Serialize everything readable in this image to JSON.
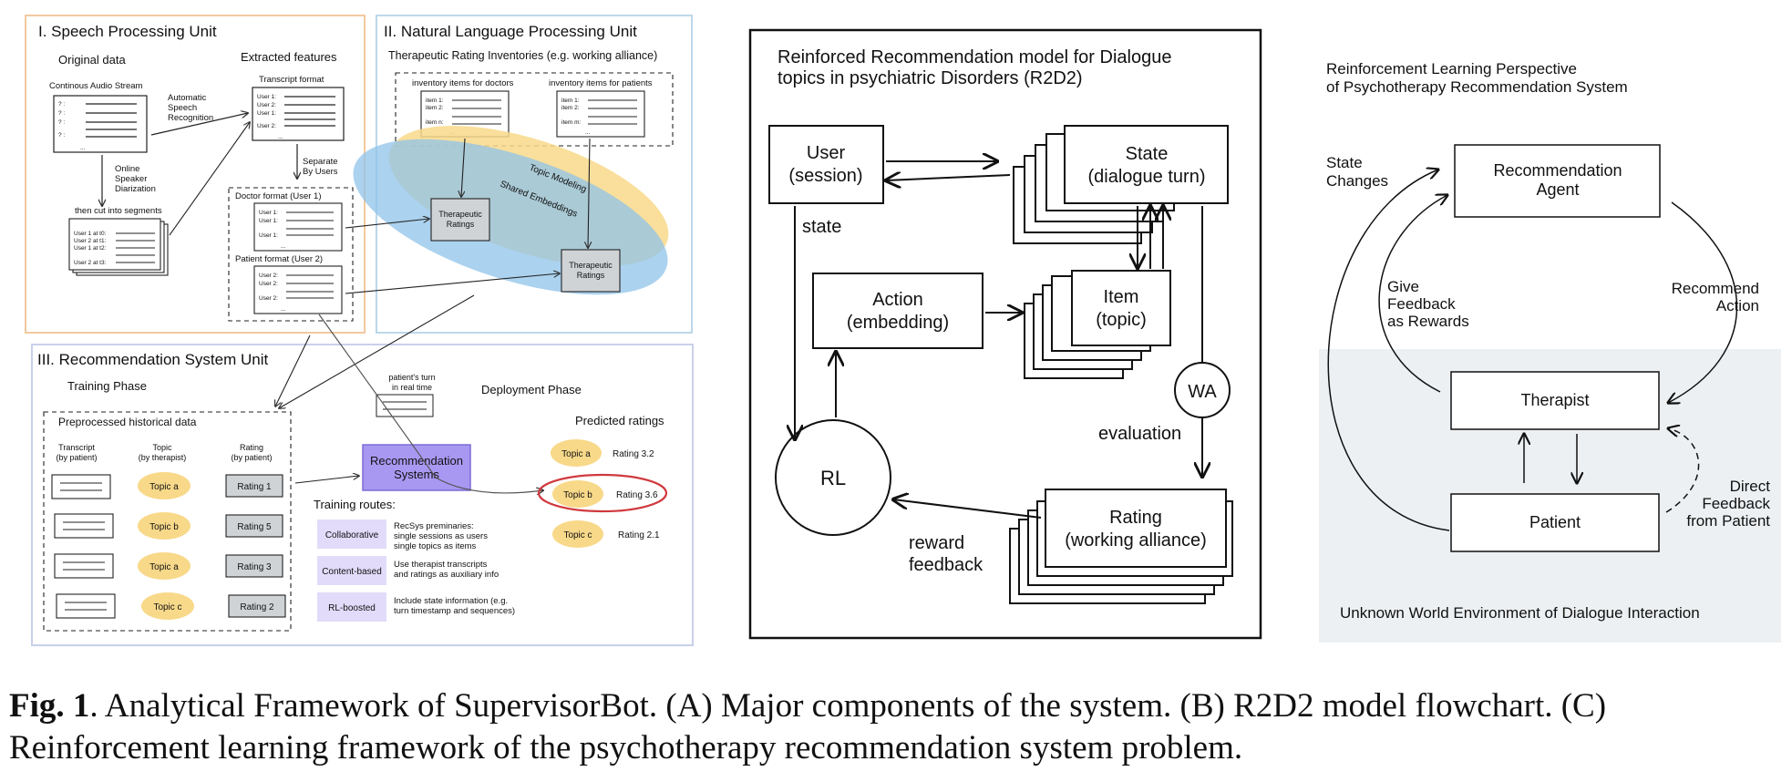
{
  "panel_a": {
    "speech": {
      "title": "I. Speech Processing Unit",
      "original_data": "Original data",
      "extracted_features": "Extracted features",
      "audio_stream": "Continous Audio Stream",
      "asr": [
        "Automatic",
        "Speech",
        "Recognition"
      ],
      "transcript_format": "Transcript format",
      "q_lines": [
        "? :",
        "? :",
        "? :",
        "? :",
        "..."
      ],
      "transcript_lines": [
        "User 1:",
        "User 2:",
        "User 1:",
        "User 2:",
        "..."
      ],
      "diarization": [
        "Online",
        "Speaker",
        "Diarization"
      ],
      "separate": [
        "Separate",
        "By Users"
      ],
      "cut_segments": "then cut into segments",
      "segment_lines": [
        "User 1 at t0:",
        "User 2 at t1:",
        "User 1 at t2:",
        "User 2 at t3:"
      ],
      "doctor_format": "Doctor format (User 1)",
      "doctor_lines": [
        "User 1:",
        "User 1:",
        "User 1:",
        "..."
      ],
      "patient_format": "Patient format (User 2)",
      "patient_lines": [
        "User 2:",
        "User 2:",
        "User 2:",
        "..."
      ]
    },
    "nlp": {
      "title": "II. Natural Language Processing Unit",
      "inventories": "Therapeutic Rating Inventories (e.g. working alliance)",
      "items_doctors": "inventory items for doctors",
      "items_patients": "inventory items for patients",
      "doctor_items": [
        "item 1:",
        "item 2:",
        "item n:",
        "..."
      ],
      "patient_items": [
        "item 1:",
        "item 2:",
        "item m:",
        "..."
      ],
      "topic_modeling": "Topic Modeling",
      "shared_embeddings": "Shared Embeddings",
      "therapeutic_ratings": [
        "Therapeutic",
        "Ratings"
      ]
    },
    "rec": {
      "title": "III. Recommendation System Unit",
      "training_phase": "Training Phase",
      "deployment_phase": "Deployment Phase",
      "patients_turn": [
        "patient's turn",
        "in real time"
      ],
      "preprocessed": "Preprocessed historical data",
      "col_transcript": [
        "Transcript",
        "(by patient)"
      ],
      "col_topic": [
        "Topic",
        "(by therapist)"
      ],
      "col_rating": [
        "Rating",
        "(by patient)"
      ],
      "topics": [
        "Topic a",
        "Topic b",
        "Topic a",
        "Topic c"
      ],
      "ratings": [
        "Rating 1",
        "Rating 5",
        "Rating 3",
        "Rating 2"
      ],
      "rec_systems": [
        "Recommendation",
        "Systems"
      ],
      "predicted_ratings": "Predicted ratings",
      "predicted": [
        {
          "topic": "Topic a",
          "rating": "Rating 3.2"
        },
        {
          "topic": "Topic b",
          "rating": "Rating 3.6"
        },
        {
          "topic": "Topic c",
          "rating": "Rating 2.1"
        }
      ],
      "training_routes": "Training routes:",
      "routes": [
        {
          "name": "Collaborative",
          "desc": [
            "RecSys preminaries:",
            "single sessions as users",
            "single topics as items"
          ]
        },
        {
          "name": "Content-based",
          "desc": [
            "Use therapist transcripts",
            "and ratings as auxiliary info"
          ]
        },
        {
          "name": "RL-boosted",
          "desc": [
            "Include state information (e.g.",
            "turn timestamp and sequences)"
          ]
        }
      ]
    }
  },
  "panel_b": {
    "title": [
      "Reinforced Recommendation model for Dialogue",
      "topics in psychiatric Disorders (R2D2)"
    ],
    "user": [
      "User",
      "(session)"
    ],
    "state": [
      "State",
      "(dialogue turn)"
    ],
    "action": [
      "Action",
      "(embedding)"
    ],
    "item": [
      "Item",
      "(topic)"
    ],
    "rating": [
      "Rating",
      "(working alliance)"
    ],
    "rl": "RL",
    "wa": "WA",
    "state_label": "state",
    "evaluation": "evaluation",
    "reward": [
      "reward",
      "feedback"
    ]
  },
  "panel_c": {
    "title": [
      "Reinforcement Learning Perspective",
      "of Psychotherapy Recommendation System"
    ],
    "agent": [
      "Recommendation",
      "Agent"
    ],
    "state_changes": [
      "State",
      "Changes"
    ],
    "give_feedback": [
      "Give",
      "Feedback",
      "as Rewards"
    ],
    "recommend_action": [
      "Recommend",
      "Action"
    ],
    "therapist": "Therapist",
    "patient": "Patient",
    "direct_feedback": [
      "Direct",
      "Feedback",
      "from Patient"
    ],
    "environment": "Unknown World Environment of Dialogue Interaction"
  },
  "caption": {
    "label": "Fig. 1",
    "text": ". Analytical Framework of SupervisorBot. (A) Major components of the system. (B) R2D2 model flowchart. (C) Reinforcement learning framework of the psychotherapy recommendation system problem."
  }
}
